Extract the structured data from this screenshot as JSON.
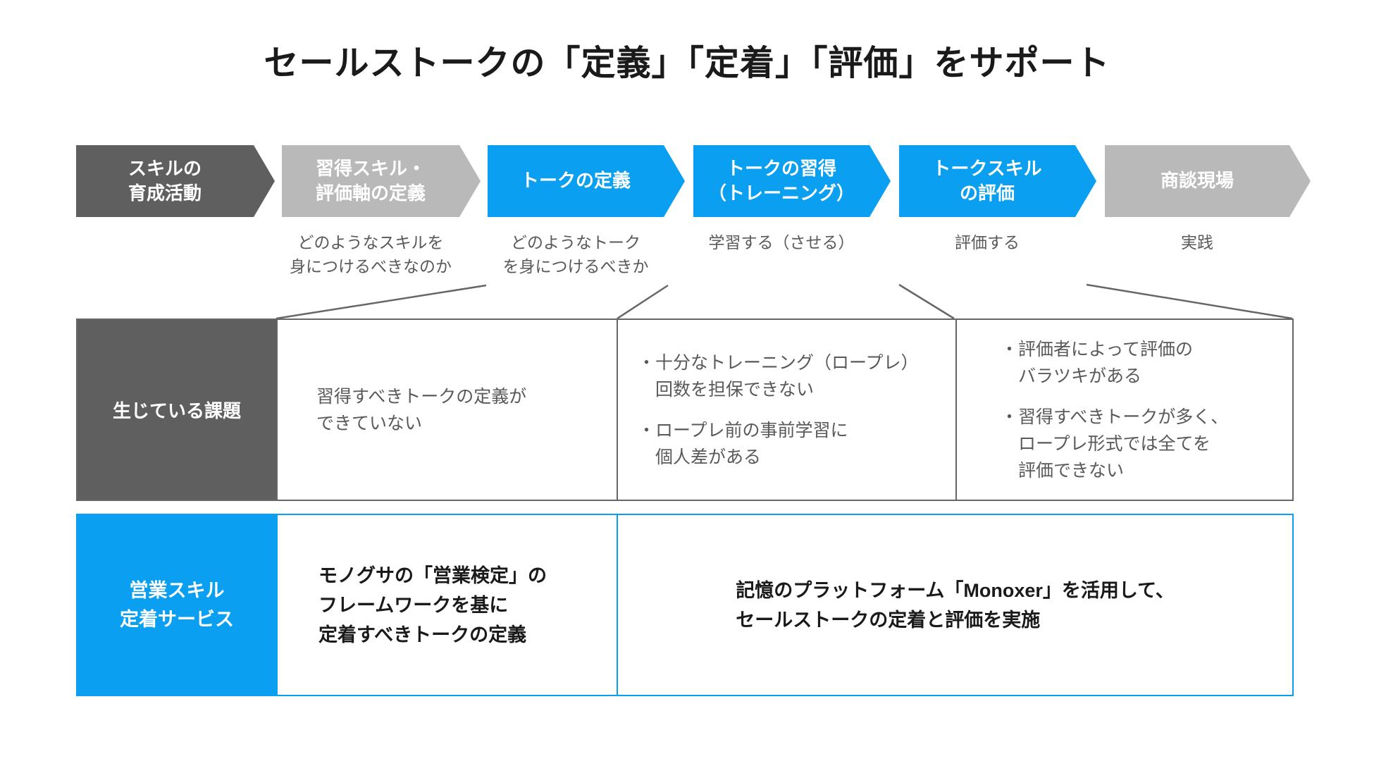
{
  "title": "セールストークの「定義」「定着」「評価」をサポート",
  "flow": {
    "steps": [
      {
        "label": "スキルの\n育成活動",
        "description": ""
      },
      {
        "label": "習得スキル・\n評価軸の定義",
        "description": "どのようなスキルを\n身につけるべきなのか"
      },
      {
        "label": "トークの定義",
        "description": "どのようなトーク\nを身につけるべきか"
      },
      {
        "label": "トークの習得\n（トレーニング）",
        "description": "学習する（させる）"
      },
      {
        "label": "トークスキル\nの評価",
        "description": "評価する"
      },
      {
        "label": "商談現場",
        "description": "実践"
      }
    ]
  },
  "challenges": {
    "header": "生じている課題",
    "col1": {
      "text": "習得すべきトークの定義が\nできていない"
    },
    "col2": {
      "bullets": [
        {
          "marker": "・",
          "text": "十分なトレーニング（ロープレ）\n回数を担保できない"
        },
        {
          "marker": "・",
          "text": "ロープレ前の事前学習に\n個人差がある"
        }
      ]
    },
    "col3": {
      "bullets": [
        {
          "marker": "・",
          "text": "評価者によって評価の\nバラツキがある"
        },
        {
          "marker": "・",
          "text": "習得すべきトークが多く、\nロープレ形式では全てを\n評価できない"
        }
      ]
    }
  },
  "service": {
    "header": "営業スキル\n定着サービス",
    "col1": {
      "text": "モノグサの「営業検定」の\nフレームワークを基に\n定着すべきトークの定義"
    },
    "col2": {
      "text": "記憶のプラットフォーム「Monoxer」を活用して、\nセールストークの定着と評価を実施"
    }
  },
  "colors": {
    "blue": "#0a9ff0",
    "dark_gray": "#5f5f5f",
    "light_gray": "#b9b9b9",
    "text_gray": "#595959",
    "text_dark": "#1a1a1a",
    "line_gray": "#666666"
  }
}
